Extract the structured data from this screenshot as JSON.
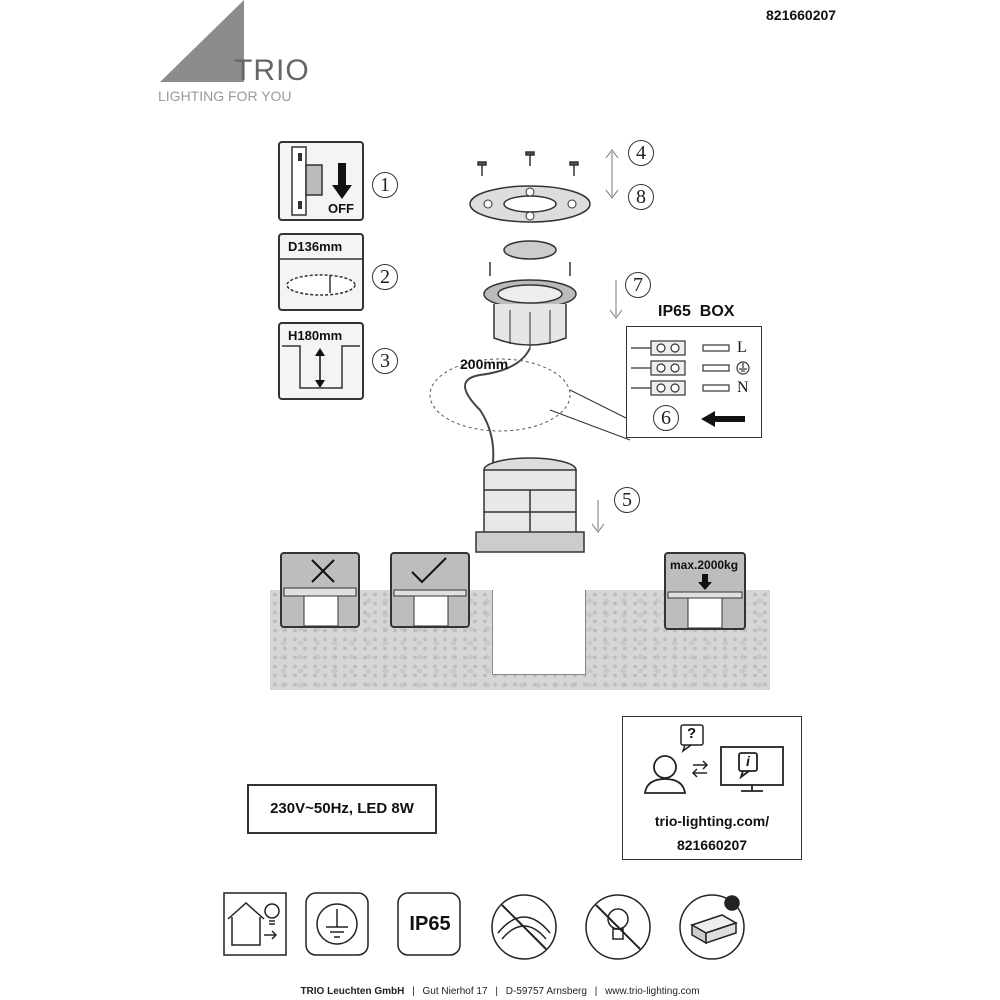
{
  "header": {
    "article_number": "821660207",
    "brand_name": "TRIO",
    "brand_tagline": "LIGHTING FOR YOU"
  },
  "steps": {
    "s1": {
      "number": "1",
      "label": "OFF"
    },
    "s2": {
      "number": "2",
      "label": "D136mm"
    },
    "s3": {
      "number": "3",
      "label": "H180mm"
    },
    "s4": {
      "number": "4"
    },
    "s5": {
      "number": "5"
    },
    "s6": {
      "number": "6"
    },
    "s7": {
      "number": "7"
    },
    "s8": {
      "number": "8"
    }
  },
  "cable": {
    "length_label": "200mm"
  },
  "ip_box": {
    "title": "IP65  BOX",
    "terminals": [
      "L",
      "N"
    ]
  },
  "ground": {
    "max_load_label": "max.2000kg"
  },
  "spec": {
    "text": "230V~50Hz, LED 8W"
  },
  "support": {
    "question_mark": "?",
    "info_mark": "i",
    "url_line1": "trio-lighting.com/",
    "url_line2": "821660207"
  },
  "symbols": {
    "ip_rating": "IP65",
    "icons": [
      "indoor-outdoor-icon",
      "protection-class-1-icon",
      "ip65-icon",
      "no-cover-icon",
      "led-not-replaceable-icon",
      "driver-not-replaceable-icon"
    ]
  },
  "footer": {
    "company": "TRIO Leuchten GmbH",
    "address1": "Gut Nierhof 17",
    "address2": "D-59757 Arnsberg",
    "website": "www.trio-lighting.com",
    "separator": "|"
  }
}
